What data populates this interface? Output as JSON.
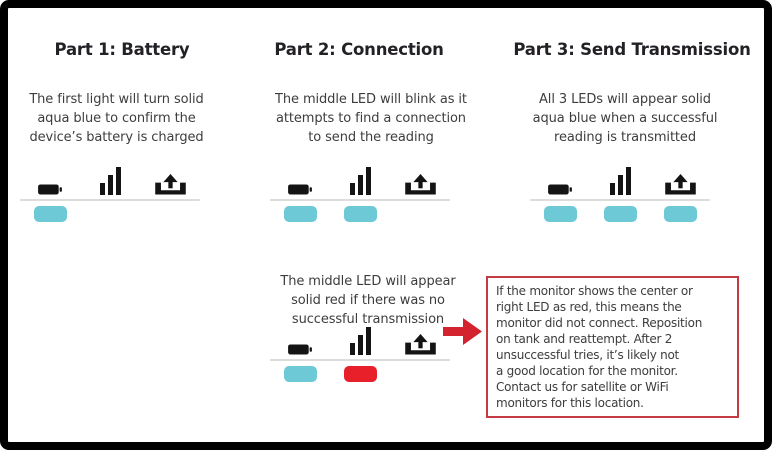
{
  "colors": {
    "aqua": "#6ec9d6",
    "red": "#e8202a",
    "arrow": "#d2232f",
    "box_border": "#c43b44",
    "heading_text": "#232126",
    "body_text": "#3d3d3d",
    "icon": "#141414",
    "baseline": "#dcdcdc",
    "frame": "#000000",
    "background": "#ffffff"
  },
  "parts": [
    {
      "title": "Part 1: Battery",
      "description": "The first light will turn solid\naqua blue to confirm the\ndevice’s battery is charged",
      "leds": [
        "aqua",
        null,
        null
      ]
    },
    {
      "title": "Part 2: Connection",
      "description": "The middle LED will blink as it\nattempts to find a connection\nto send the reading",
      "leds": [
        "aqua",
        "aqua",
        null
      ]
    },
    {
      "title": "Part 3: Send Transmission",
      "description": "All 3 LEDs will appear solid\naqua blue when a successful\nreading is transmitted",
      "leds": [
        "aqua",
        "aqua",
        "aqua"
      ]
    }
  ],
  "failure_case": {
    "description": "The middle LED will appear\nsolid red if there was no\nsuccessful transmission",
    "leds": [
      "aqua",
      "red",
      null
    ]
  },
  "warning_box": {
    "text": "If the monitor shows the center or\nright LED as red, this means the\nmonitor did not connect. Reposition\non tank and reattempt. After 2\nunsuccessful tries, it’s likely not\na good location for the monitor.\nContact us for satellite or WiFi\nmonitors for this location."
  },
  "icons": {
    "battery": "battery-icon",
    "signal": "signal-bars-icon",
    "upload": "upload-icon",
    "arrow": "red-arrow-icon"
  }
}
